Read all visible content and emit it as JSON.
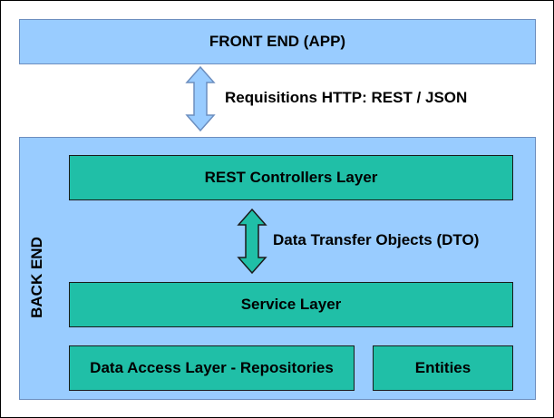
{
  "front_end": {
    "label": "FRONT END (APP)",
    "fill": "#99ccff"
  },
  "http_link": {
    "label": "Requisitions HTTP: REST / JSON",
    "arrow_fill": "#99ccff",
    "arrow_stroke": "#6c8ebf"
  },
  "back_end": {
    "label": "BACK END",
    "fill": "#99ccff"
  },
  "rest_controllers": {
    "label": "REST Controllers Layer",
    "fill": "#20bfa7"
  },
  "dto_link": {
    "label": "Data Transfer Objects (DTO)",
    "arrow_fill": "#20bfa7"
  },
  "service_layer": {
    "label": "Service Layer",
    "fill": "#20bfa7"
  },
  "data_access": {
    "label": "Data Access Layer - Repositories",
    "fill": "#20bfa7"
  },
  "entities": {
    "label": "Entities",
    "fill": "#20bfa7"
  }
}
